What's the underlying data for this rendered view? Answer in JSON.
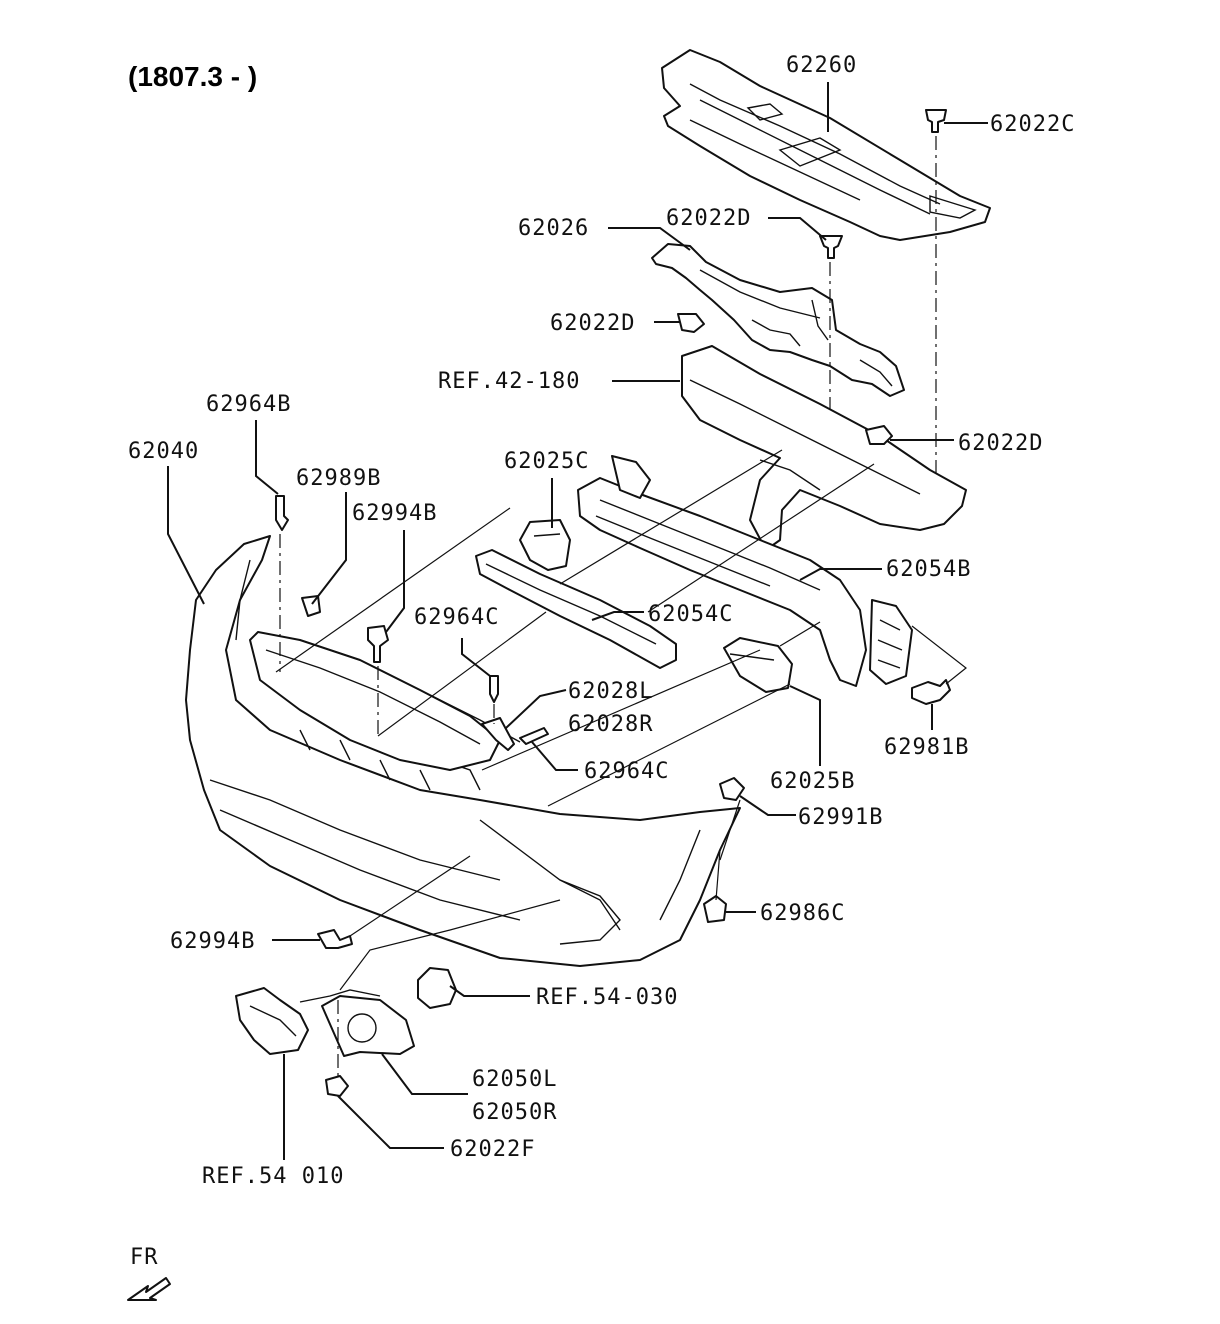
{
  "title": "(1807.3 - )",
  "labels": {
    "p62260": "62260",
    "p62022C": "62022C",
    "p62026": "62026",
    "p62022D_a": "62022D",
    "p62022D_b": "62022D",
    "ref42": "REF.42-180",
    "p62022D_c": "62022D",
    "p62964B": "62964B",
    "p62040": "62040",
    "p62989B": "62989B",
    "p62994B_a": "62994B",
    "p62025C": "62025C",
    "p62054B": "62054B",
    "p62054C": "62054C",
    "p62964C_a": "62964C",
    "p62028L": "62028L",
    "p62028R": "62028R",
    "p62964C_b": "62964C",
    "p62981B": "62981B",
    "p62025B": "62025B",
    "p62991B": "62991B",
    "p62986C": "62986C",
    "p62994B_b": "62994B",
    "ref54_030": "REF.54-030",
    "p62050L": "62050L",
    "p62050R": "62050R",
    "p62022F": "62022F",
    "ref54_010": "REF.54 010"
  },
  "direction_label": "FR"
}
